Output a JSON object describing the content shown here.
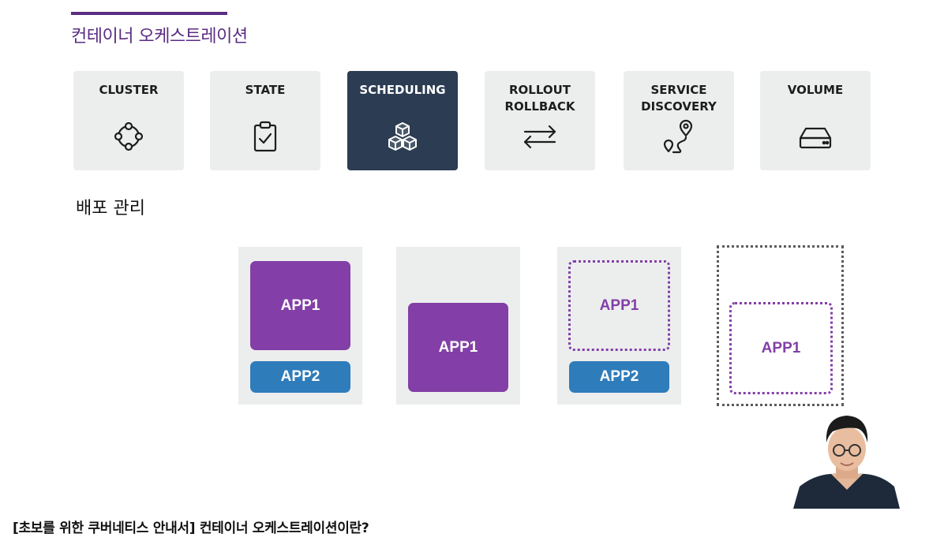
{
  "slide": {
    "title": "컨테이너 오케스트레이션",
    "section_heading": "배포 관리"
  },
  "features": [
    {
      "label": "CLUSTER",
      "icon": "cluster-nodes-icon",
      "active": false
    },
    {
      "label": "STATE",
      "icon": "clipboard-check-icon",
      "active": false
    },
    {
      "label": "SCHEDULING",
      "icon": "stacked-cubes-icon",
      "active": true
    },
    {
      "label": "ROLLOUT\nROLLBACK",
      "icon": "swap-arrows-icon",
      "active": false
    },
    {
      "label": "SERVICE\nDISCOVERY",
      "icon": "route-pin-icon",
      "active": false
    },
    {
      "label": "VOLUME",
      "icon": "hard-drive-icon",
      "active": false
    }
  ],
  "diagram": {
    "group1": {
      "app1": "APP1",
      "app2": "APP2"
    },
    "group2": {
      "app1": "APP1"
    },
    "group3": {
      "app1": "APP1",
      "app2": "APP2"
    },
    "group4": {
      "app1": "APP1"
    }
  },
  "colors": {
    "brand_purple": "#5a2d82",
    "app1_purple": "#833fa7",
    "app2_blue": "#2f7cbb",
    "active_card": "#2c3c52",
    "card_bg": "#eceeee"
  },
  "video": {
    "caption": "[초보를 위한 쿠버네티스 안내서] 컨테이너 오케스트레이션이란?"
  }
}
